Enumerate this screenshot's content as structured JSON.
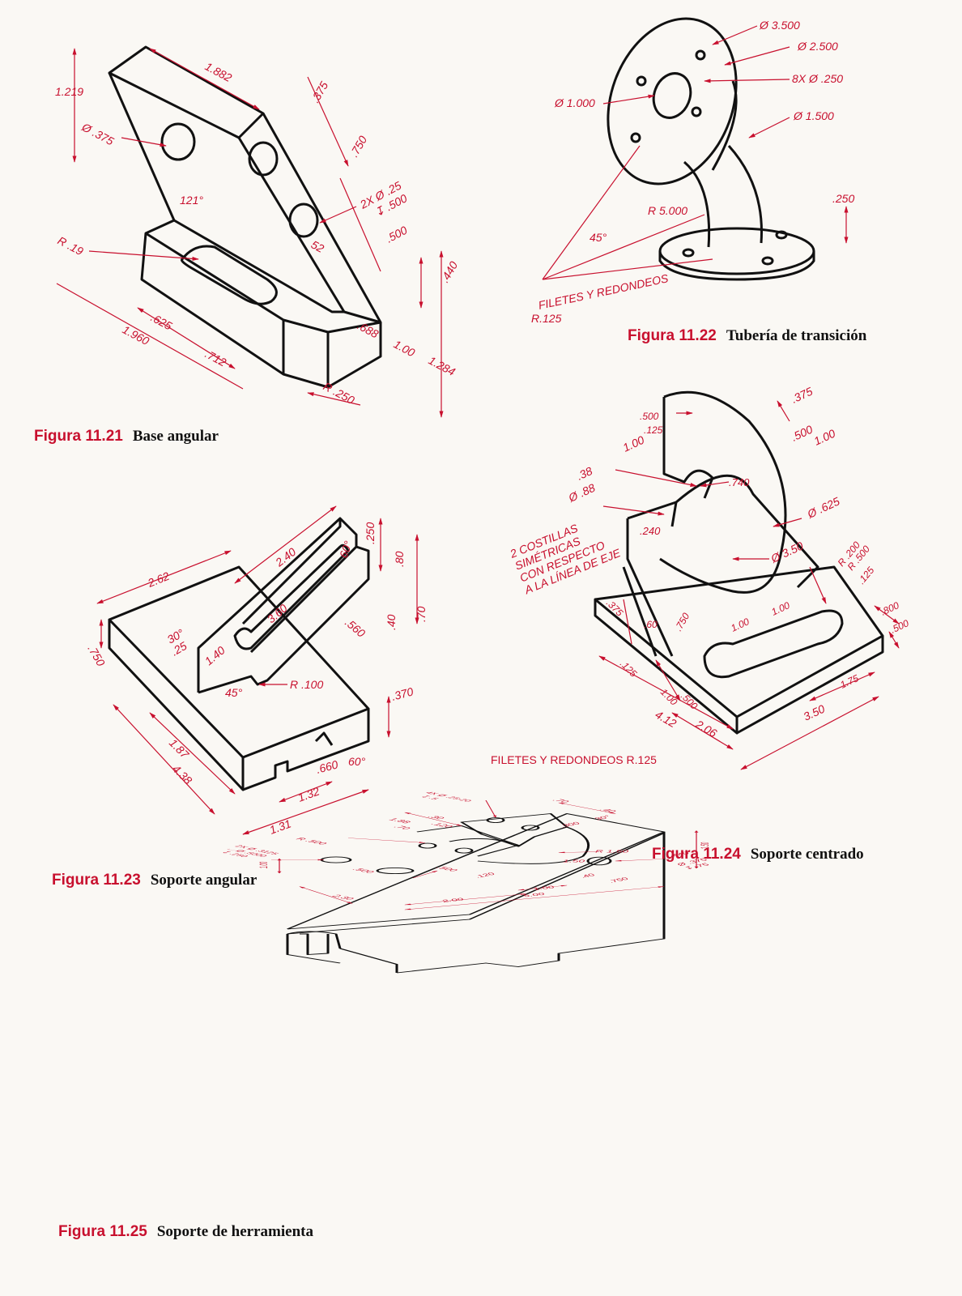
{
  "colors": {
    "dimension": "#c8102e",
    "outline": "#111111",
    "paper": "#faf8f4"
  },
  "figures": [
    {
      "id": "11.21",
      "number": "Figura 11.21",
      "title": "Base angular",
      "dims": {
        "d1": "1.219",
        "d2": "1.882",
        "d3": ".375",
        "d4": "Ø .375",
        "d5": ".750",
        "d6": "2X Ø .25",
        "d7": "↧ .500",
        "d8": "121°",
        "d9": ".500",
        "d10": "R .19",
        "d11": "52",
        "d12": ".440",
        "d13": ".625",
        "d14": "1.960",
        "d15": ".712",
        "d16": ".688",
        "d17": "1.00",
        "d18": "1.284",
        "d19": "R .250"
      }
    },
    {
      "id": "11.22",
      "number": "Figura 11.22",
      "title": "Tubería de transición",
      "dims": {
        "d1": "Ø 3.500",
        "d2": "Ø 2.500",
        "d3": "8X Ø .250",
        "d4": "Ø 1.000",
        "d5": "Ø 1.500",
        "d6": "R 5.000",
        "d7": ".250",
        "d8": "45°",
        "d9": "FILETES Y REDONDEOS",
        "d10": "R.125"
      }
    },
    {
      "id": "11.23",
      "number": "Figura 11.23",
      "title": "Soporte angular",
      "dims": {
        "d1": "2.62",
        "d2": "2.40",
        "d3": "60°",
        "d4": ".250",
        "d5": ".80",
        "d6": "30°",
        "d7": ".25",
        "d8": "1.40",
        "d9": "3.60",
        "d10": ".560",
        "d11": ".40",
        "d12": ".70",
        "d13": ".750",
        "d14": "45°",
        "d15": "R .100",
        "d16": ".370",
        "d17": "1.87",
        "d18": "4.38",
        "d19": ".660",
        "d20": "60°",
        "d21": "1.32",
        "d22": "1.31"
      }
    },
    {
      "id": "11.24",
      "number": "Figura 11.24",
      "title": "Soporte centrado",
      "dims": {
        "d1": ".500",
        "d2": ".125",
        "d3": ".375",
        "d4": "1.00",
        "d5": ".500",
        "d6": "1.00",
        "d7": ".38",
        "d8": "Ø .88",
        "d9": ".740",
        "d10": "Ø .625",
        "d11": ".240",
        "d12": "Ø 3.50",
        "d13": "R .200",
        "d14": "R .500",
        "d15": ".125",
        "d16": ".375",
        "d17": ".60",
        "d18": ".750",
        "d19": "1.00",
        "d20": "1.00",
        "d21": ".800",
        "d22": ".500",
        "d23": ".125",
        "d24": "1.00",
        "d25": ".500",
        "d26": "1.75",
        "d27": "4.12",
        "d28": "2.06",
        "d29": "3.50"
      },
      "ribs_note": [
        "2 COSTILLAS",
        "SIMÉTRICAS",
        "CON RESPECTO",
        "A LA LÍNEA DE EJE"
      ],
      "fillets_note": "FILETES Y REDONDEOS R.125"
    },
    {
      "id": "11.25",
      "number": "Figura 11.25",
      "title": "Soporte de herramienta",
      "dims": {
        "d1": "4X Ø .25-20",
        "d2": "↧ .5",
        "d3": ".70",
        "d4": ".40",
        "d5": "1.88",
        "d6": ".30",
        "d7": ".120",
        "d8": ".70",
        "d9": "30°",
        "d10": ".300",
        "d11": "R .500",
        "d12": "2X Ø .3125",
        "d13": "⌴ Ø .5000",
        "d14": "↧ .250",
        "d15": "R 1.50",
        "d16": "1.50",
        "d17": "1.50",
        "d18": ".440",
        "d19": "1.00",
        "d20": ".500",
        "d21": ".500",
        "d22": ".120",
        "d23": "Ø .375",
        "d24": "↧ .75",
        "d25": ".40",
        "d26": ".750",
        "d27": "1.00",
        "d28": "2.30",
        "d29": "2.00",
        "d30": "5.00"
      }
    }
  ]
}
